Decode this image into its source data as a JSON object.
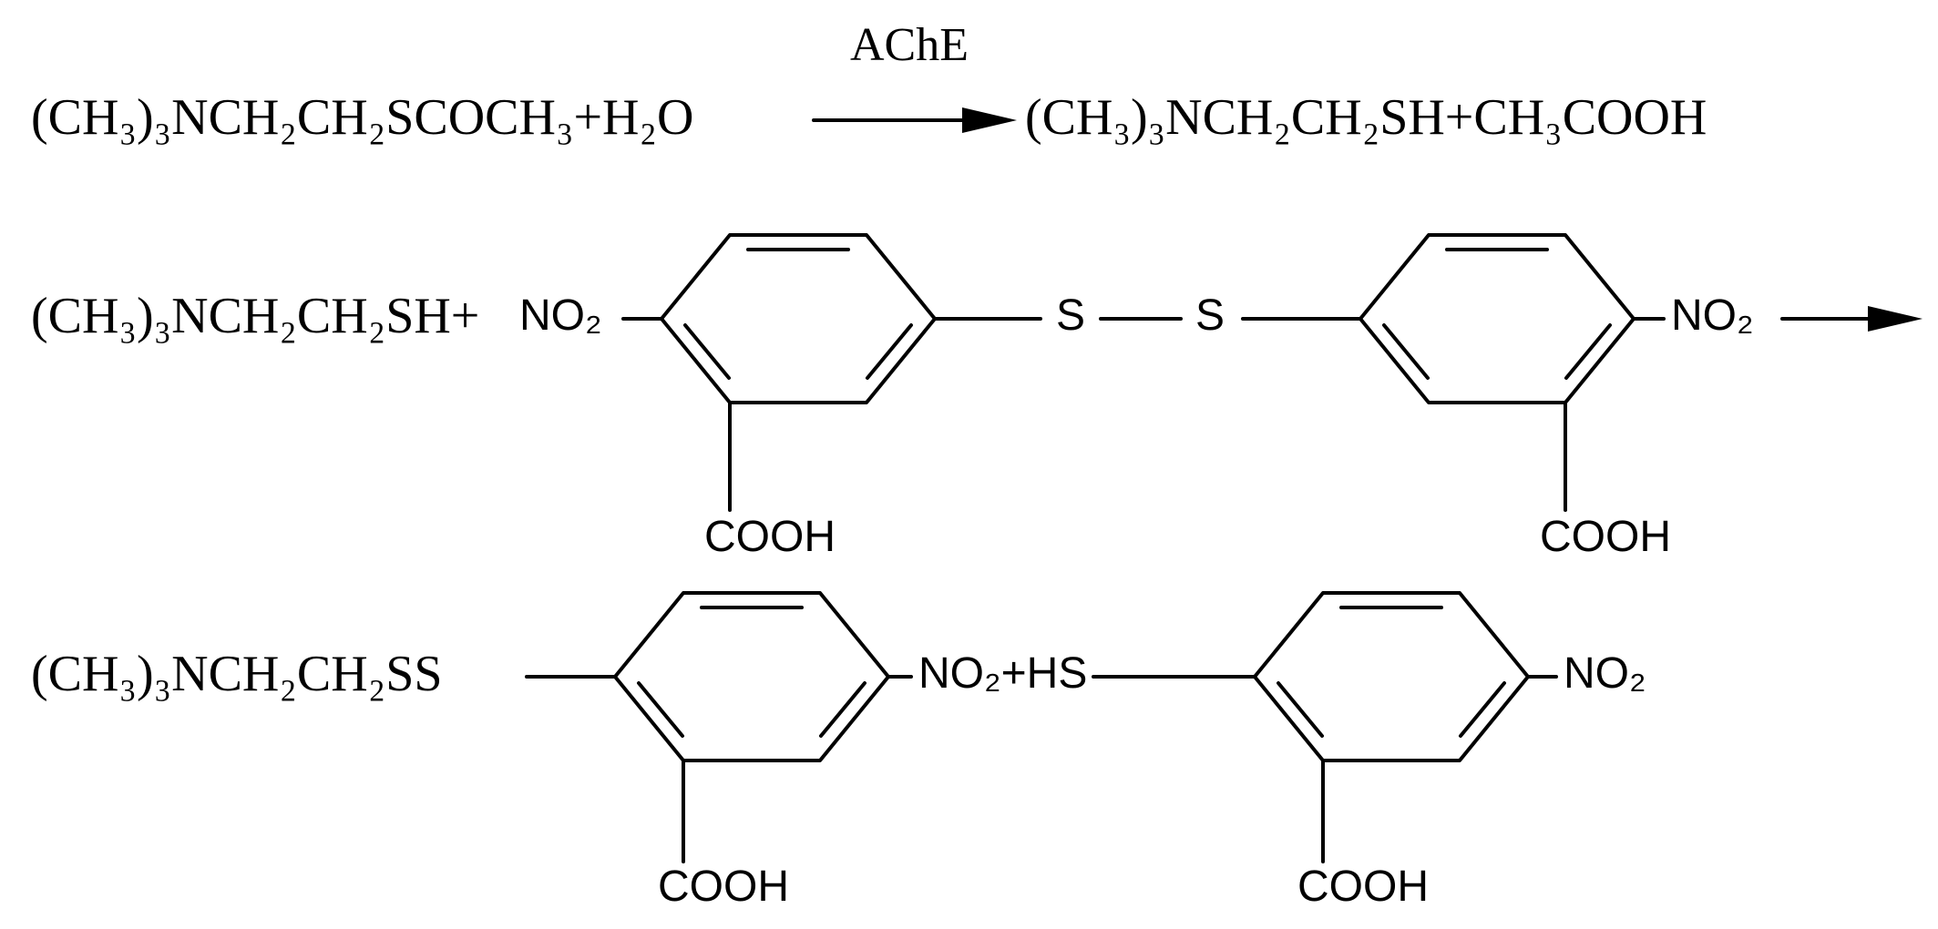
{
  "scheme": {
    "title": "AChE Ellman reaction scheme",
    "background": "#ffffff",
    "ink": "#000000"
  },
  "reaction1": {
    "reactant": "(CH₃)₃NCH₂CH₂SCOCH₃+H₂O",
    "catalyst": "AChE",
    "product": "(CH₃)₃NCH₂CH₂SH+CH₃COOH"
  },
  "reaction2": {
    "thiocholine": "(CH₃)₃NCH₂CH₂SH+",
    "dtnb": {
      "left_ring": {
        "nitro": "NO₂",
        "carboxyl": "COOH"
      },
      "bridge": {
        "s_left": "S",
        "s_right": "S"
      },
      "right_ring": {
        "nitro": "NO₂",
        "carboxyl": "COOH"
      }
    }
  },
  "products2": {
    "mixed_disulfide": {
      "chain": "(CH₃)₃NCH₂CH₂SS",
      "nitro_plus_thiol": "NO₂+HS",
      "carboxyl": "COOH"
    },
    "tnb": {
      "nitro": "NO₂",
      "carboxyl": "COOH"
    }
  }
}
